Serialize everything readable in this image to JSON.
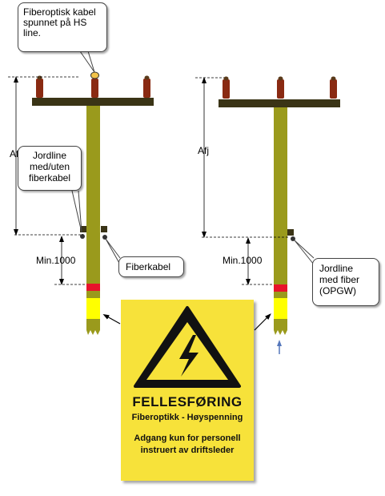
{
  "callouts": {
    "fiber_on_line": "Fiberoptisk kabel spunnet på HS line.",
    "earth_wire": "Jordline med/uten fiberkabel",
    "fiber_cable": "Fiberkabel",
    "opgw": "Jordline med fiber (OPGW)"
  },
  "dimensions": {
    "afj_left": "Afj",
    "afj_right": "Afj",
    "min_left": "Min.1000",
    "min_right": "Min.1000"
  },
  "sign": {
    "title": "FELLESFØRING",
    "subtitle": "Fiberoptikk - Høyspenning",
    "line1": "Adgang kun for  personell",
    "line2": "instruert  av driftsleder"
  },
  "colors": {
    "pole": "#9a9a1c",
    "crossarm": "#3a3416",
    "insulator": "#8a2a12",
    "red_band": "#e8132b",
    "yellow_band": "#ffff00",
    "sign_background": "#f7e23a",
    "arrow_blue": "#5577bb"
  }
}
